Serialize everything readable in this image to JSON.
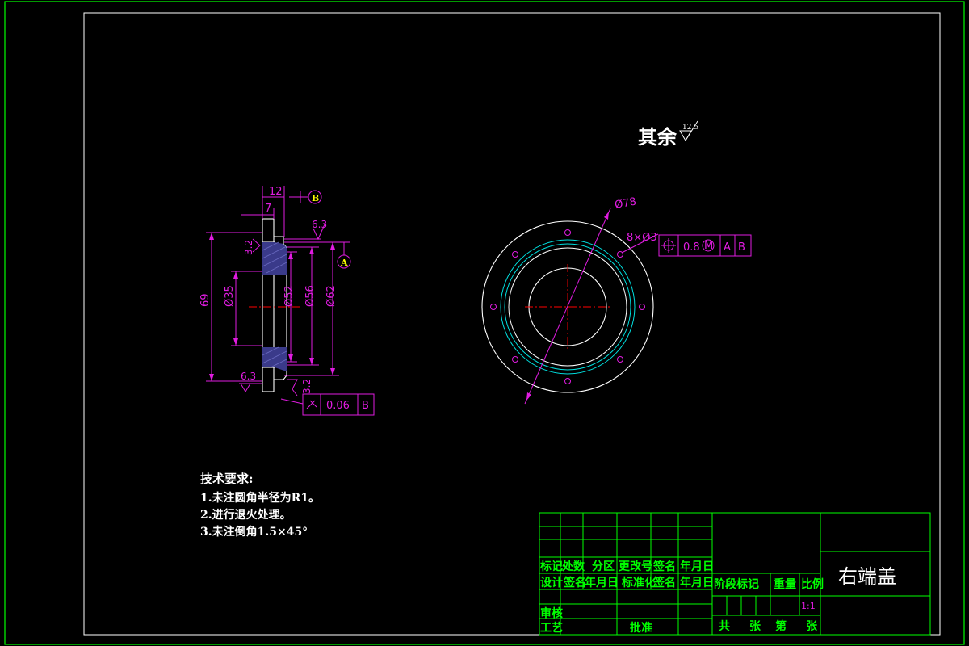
{
  "roughness_note": {
    "label": "其余",
    "value": "12.5"
  },
  "side_view": {
    "width_total": "12",
    "width_flange": "7",
    "roughness_top": "6.3",
    "roughness_face": "3.2",
    "roughness_bottom": "6.3",
    "roughness_bore": "3.2",
    "dia_69": "69",
    "dia_35": "Ø35",
    "dia_52": "Ø52",
    "dia_56": "Ø56",
    "dia_62": "Ø62",
    "datum_a": "A",
    "datum_b": "B",
    "tolerance_value": "0.06",
    "tolerance_datum": "B"
  },
  "front_view": {
    "dia_78": "Ø78",
    "holes": "8×Ø3",
    "position_value": "0.8",
    "position_modifier": "M",
    "datum_1": "A",
    "datum_2": "B"
  },
  "tech_requirements": {
    "title": "技术要求:",
    "items": [
      "1.未注圆角半径为R1。",
      "2.进行退火处理。",
      "3.未注倒角1.5×45°"
    ]
  },
  "title_block": {
    "row1": [
      "标记",
      "处数",
      "分区",
      "更改号",
      "签名",
      "年月日"
    ],
    "row2": [
      "设计",
      "签名",
      "年月日",
      "标准化",
      "签名",
      "年月日"
    ],
    "stage_label": "阶段标记",
    "weight_label": "重量",
    "scale_label": "比例",
    "scale_value": "1:1",
    "review": "审核",
    "process": "工艺",
    "approve": "批准",
    "sheets": [
      "共",
      "张",
      "第",
      "张"
    ],
    "part_name": "右端盖"
  },
  "colors": {
    "frame": "#00ff00",
    "dimension": "#e01ce0",
    "centerline": "#ff0000",
    "groove": "#00ffff",
    "outline": "#ffffff"
  }
}
